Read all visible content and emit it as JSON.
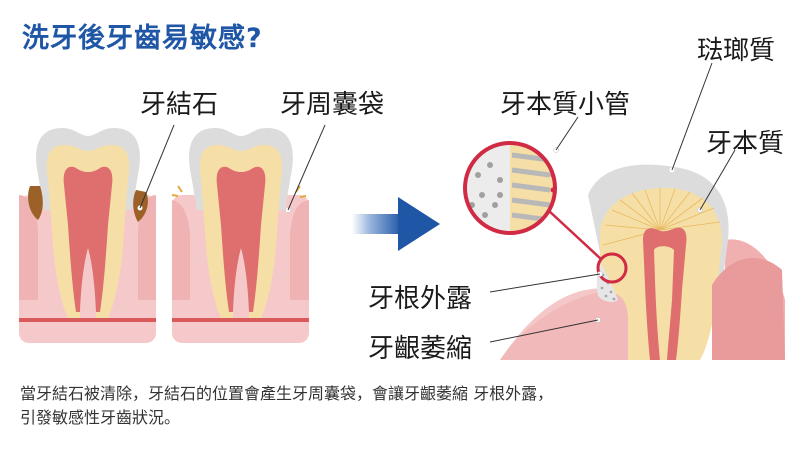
{
  "title": "洗牙後牙齒易敏感?",
  "labels": {
    "tartar": "牙結石",
    "pocket": "牙周囊袋",
    "tubules": "牙本質小管",
    "enamel": "琺瑯質",
    "dentin": "牙本質",
    "root_exposed": "牙根外露",
    "gum_recession": "牙齦萎縮"
  },
  "caption": {
    "line1": "當牙結石被清除，牙結石的位置會產生牙周囊袋，會讓牙齦萎縮 牙根外露，",
    "line2": "引發敏感性牙齒狀況。"
  },
  "colors": {
    "title": "#1f56a6",
    "arrow": "#1f56a6",
    "gum": "#f2c4c4",
    "gum_dark": "#e48a8a",
    "bone": "#fbe3e3",
    "enamel": "#dcdcdc",
    "dentin": "#f6dfa6",
    "pulp": "#df6e6e",
    "tartar": "#9b6128",
    "accent": "#d02a45"
  }
}
